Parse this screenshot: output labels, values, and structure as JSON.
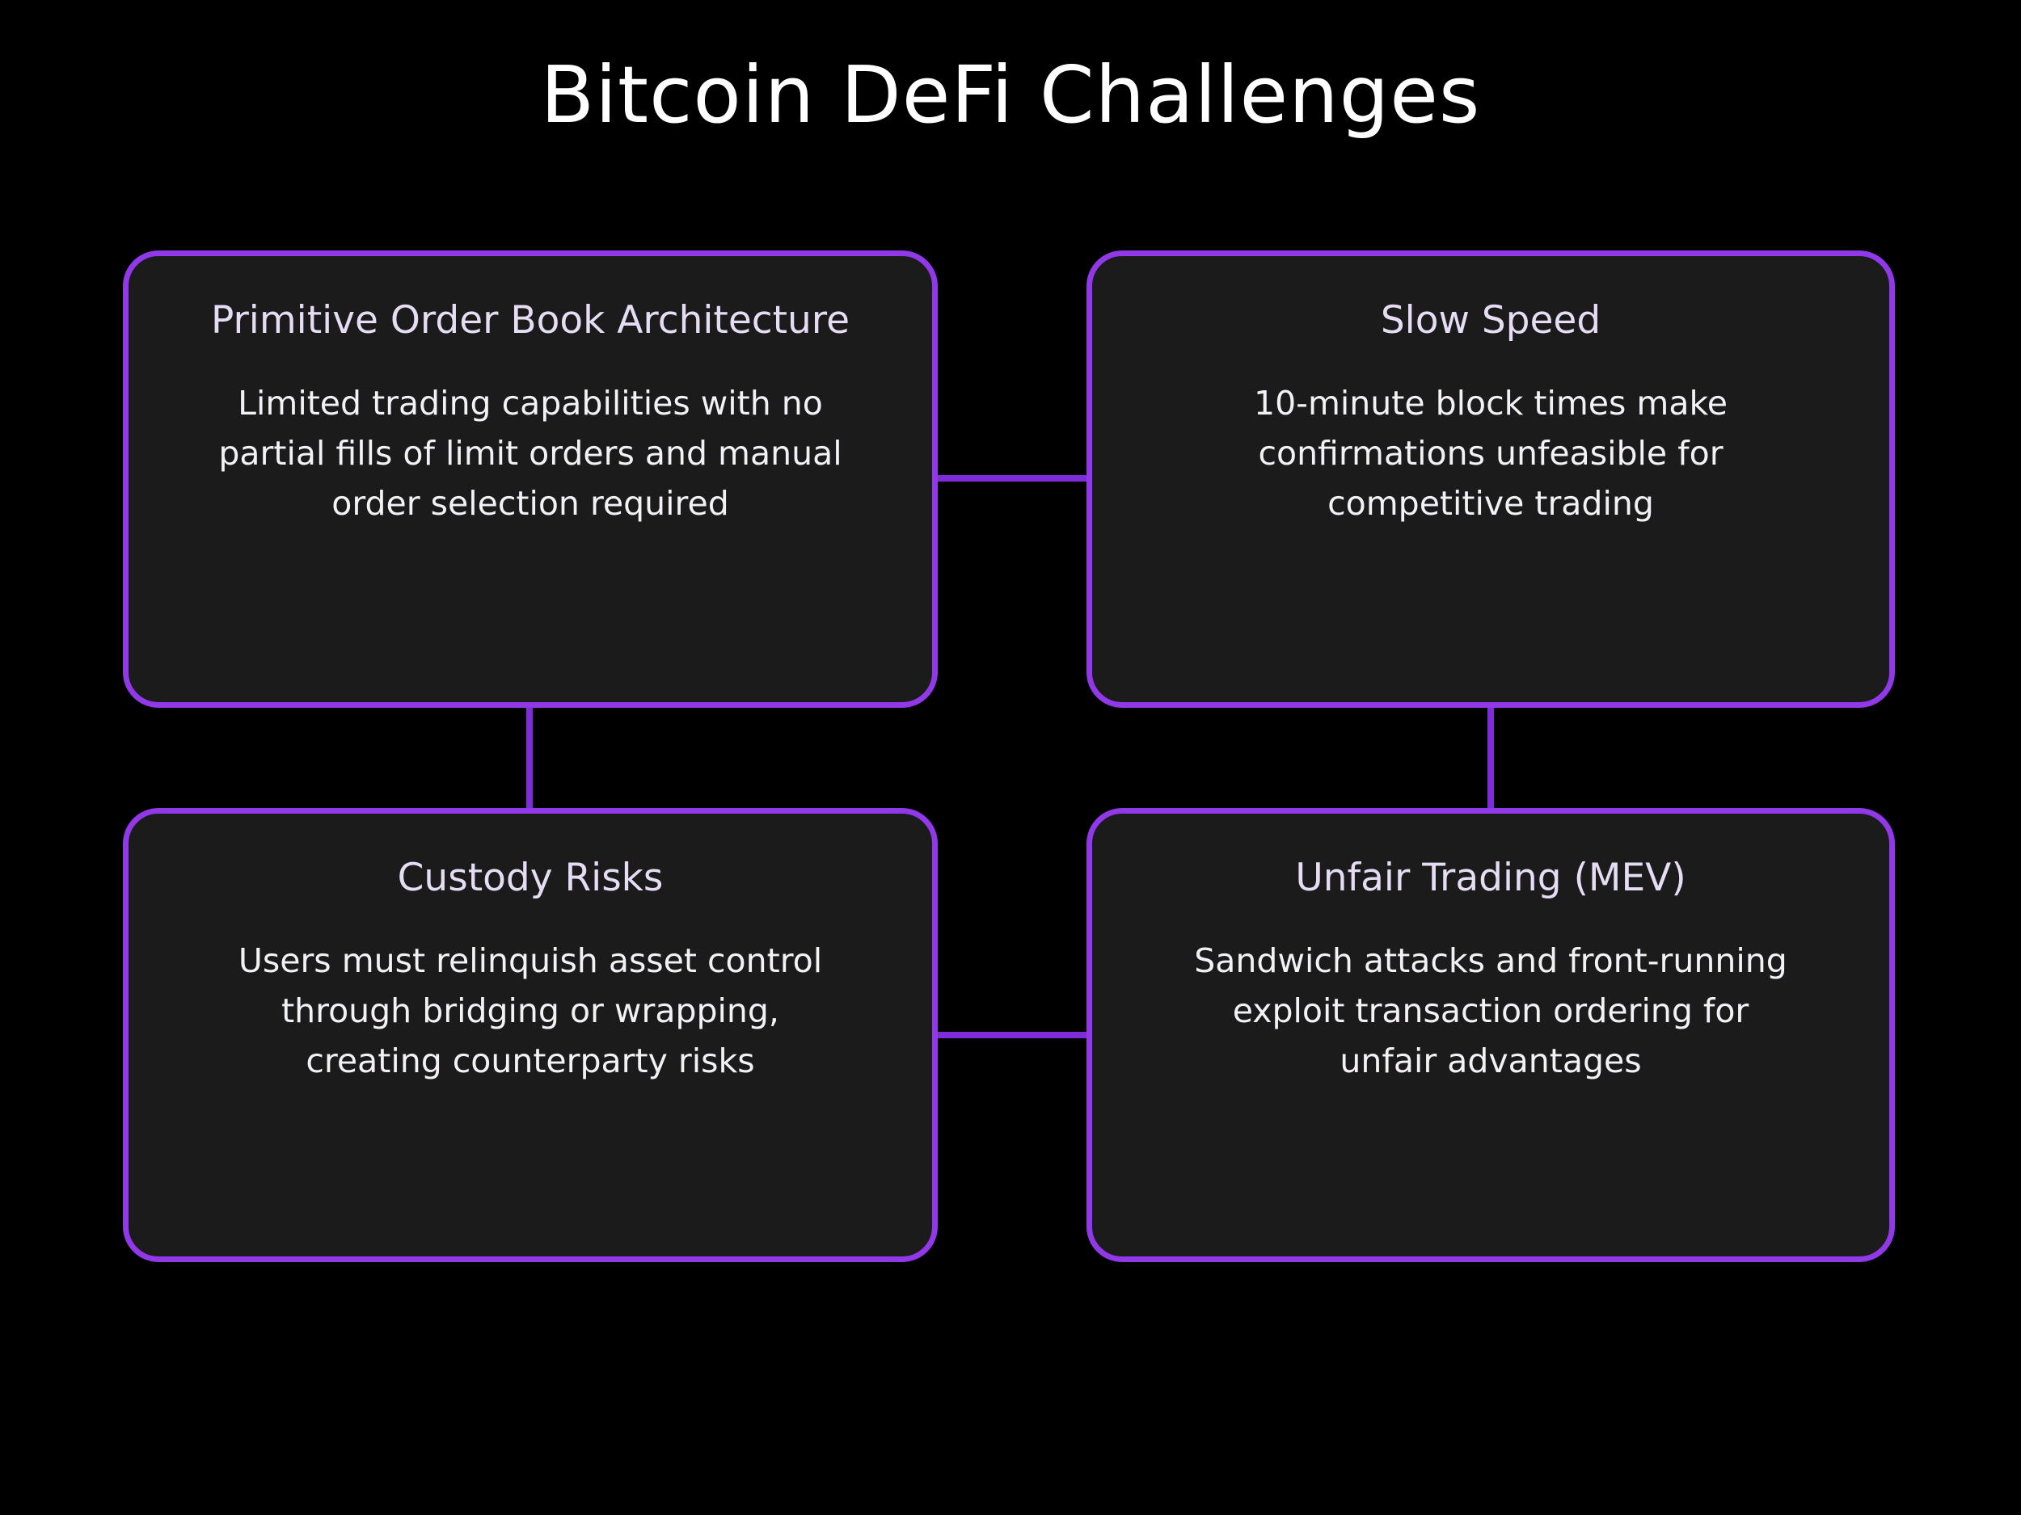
{
  "title": "Bitcoin DeFi Challenges",
  "colors": {
    "background": "#000000",
    "card_fill": "#1b1b1b",
    "card_border": "#9138e8",
    "connector": "#7e2cd8",
    "title_color": "#ffffff",
    "card_title_color": "#e6dcf4",
    "card_body_color": "#f3f1f5"
  },
  "cards": [
    {
      "title": "Primitive Order Book Architecture",
      "body_lines": [
        "Limited trading capabilities with no",
        "partial fills of limit orders and manual",
        "order selection required"
      ]
    },
    {
      "title": "Slow Speed",
      "body_lines": [
        "10-minute block times make",
        "confirmations unfeasible for",
        "competitive trading"
      ]
    },
    {
      "title": "Custody Risks",
      "body_lines": [
        "Users must relinquish asset control",
        "through bridging or wrapping,",
        "creating counterparty risks"
      ]
    },
    {
      "title": "Unfair Trading (MEV)",
      "body_lines": [
        "Sandwich attacks and front-running",
        "exploit transaction ordering for",
        "unfair advantages"
      ]
    }
  ]
}
